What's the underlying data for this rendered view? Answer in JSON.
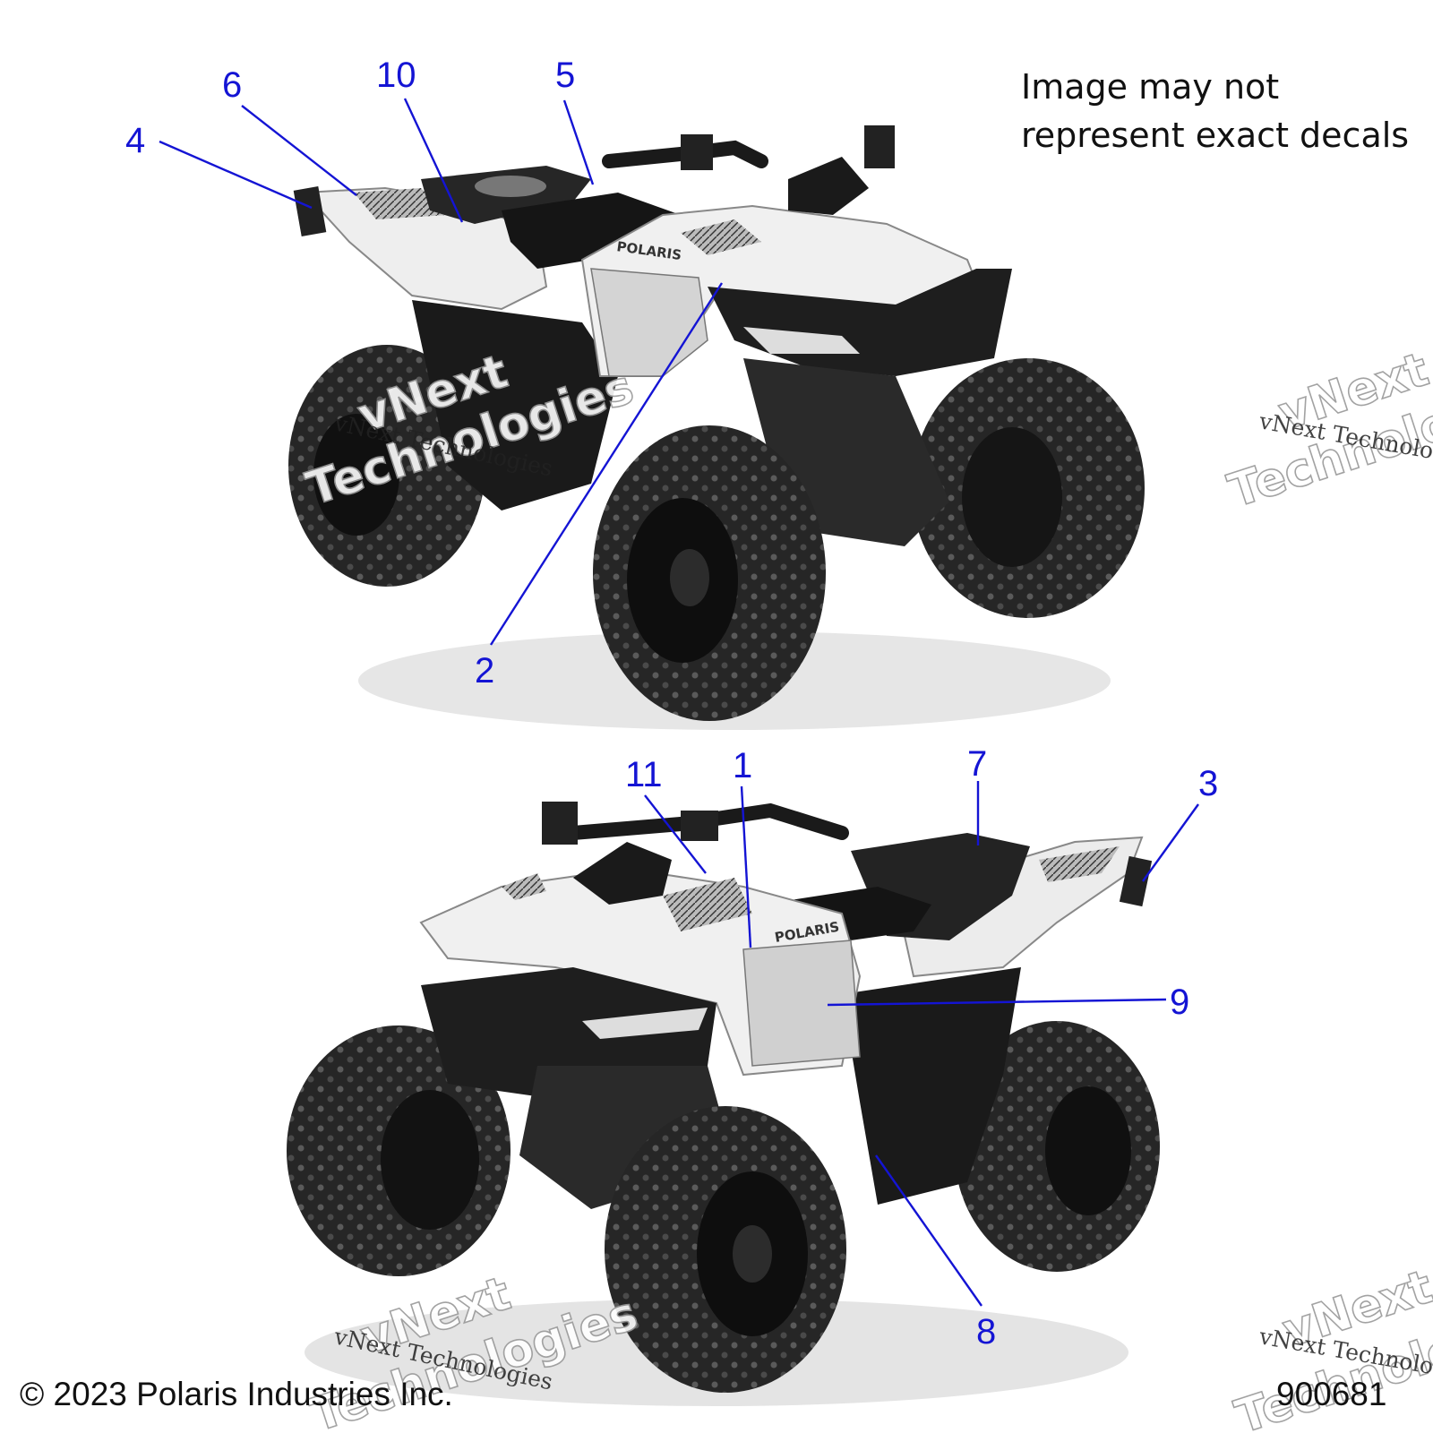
{
  "note": "Image may not\nrepresent exact decals",
  "copyright": "© 2023 Polaris Industries Inc.",
  "document_number": "900681",
  "brand_decal_text": "POLARIS",
  "watermark": {
    "line1": "vNext",
    "line2": "Technologies",
    "small": "vNext Technologies"
  },
  "callouts": [
    {
      "id": "4",
      "label": "4"
    },
    {
      "id": "6",
      "label": "6"
    },
    {
      "id": "10",
      "label": "10"
    },
    {
      "id": "5",
      "label": "5"
    },
    {
      "id": "2",
      "label": "2"
    },
    {
      "id": "11",
      "label": "11"
    },
    {
      "id": "1",
      "label": "1"
    },
    {
      "id": "7",
      "label": "7"
    },
    {
      "id": "3",
      "label": "3"
    },
    {
      "id": "9",
      "label": "9"
    },
    {
      "id": "8",
      "label": "8"
    }
  ],
  "colors": {
    "callout": "#1414d4",
    "body_dark": "#1e1e1e",
    "body_light": "#f2f2f2"
  }
}
